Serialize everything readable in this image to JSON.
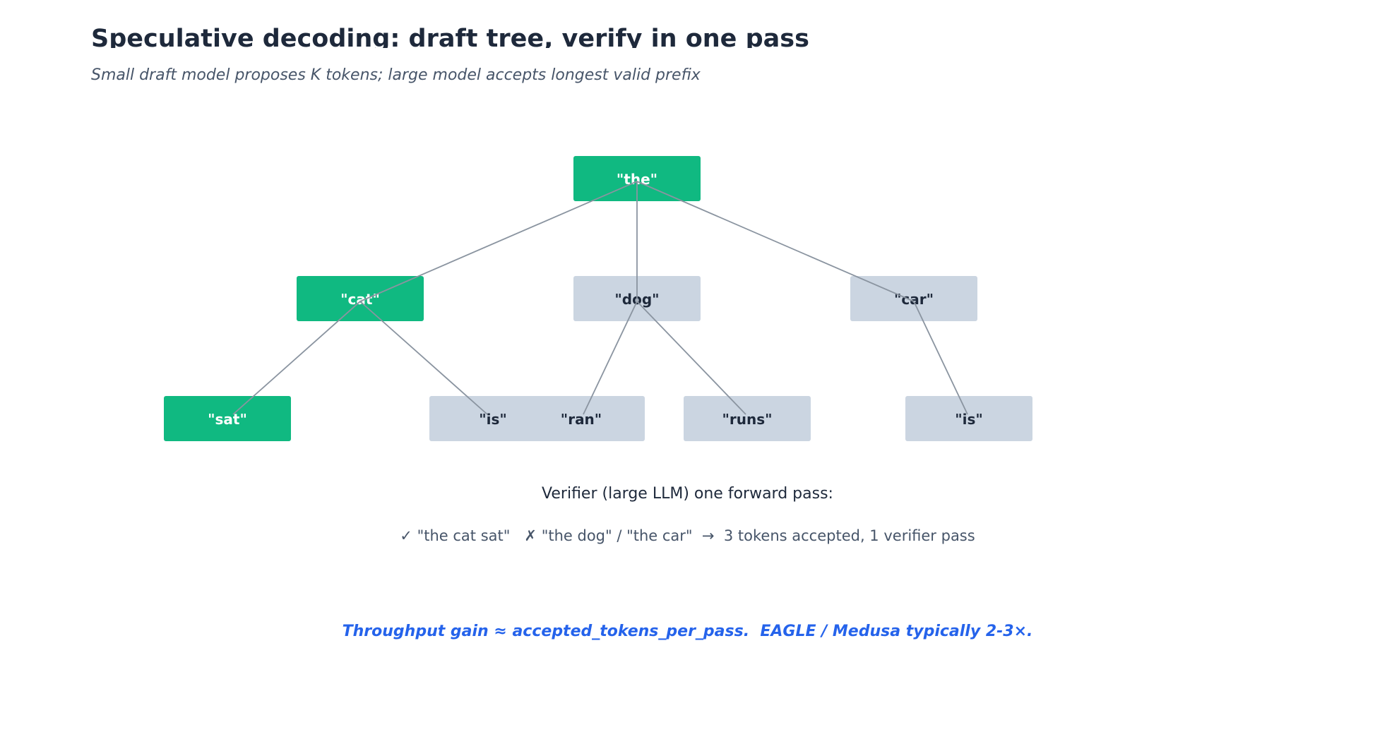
{
  "title": "Speculative decoding: draft tree, verify in one pass",
  "subtitle": "Small draft model proposes K tokens; large model accepts longest valid prefix",
  "colors": {
    "accepted": "#10b981",
    "rejected": "#cbd5e1",
    "edge": "#8a94a0",
    "title": "#1e293b",
    "subtitle": "#475569",
    "footnote": "#2563eb"
  },
  "tree": {
    "nodes": [
      {
        "id": "the",
        "label": "\"the\"",
        "status": "accepted"
      },
      {
        "id": "cat",
        "label": "\"cat\"",
        "status": "accepted"
      },
      {
        "id": "dog",
        "label": "\"dog\"",
        "status": "rejected"
      },
      {
        "id": "car",
        "label": "\"car\"",
        "status": "rejected"
      },
      {
        "id": "sat",
        "label": "\"sat\"",
        "status": "accepted"
      },
      {
        "id": "is1",
        "label": "\"is\"",
        "status": "rejected"
      },
      {
        "id": "ran",
        "label": "\"ran\"",
        "status": "rejected"
      },
      {
        "id": "runs",
        "label": "\"runs\"",
        "status": "rejected"
      },
      {
        "id": "is2",
        "label": "\"is\"",
        "status": "rejected"
      }
    ],
    "edges": [
      {
        "from": "the",
        "to": "cat"
      },
      {
        "from": "the",
        "to": "dog"
      },
      {
        "from": "the",
        "to": "car"
      },
      {
        "from": "cat",
        "to": "sat"
      },
      {
        "from": "cat",
        "to": "is1"
      },
      {
        "from": "dog",
        "to": "ran"
      },
      {
        "from": "dog",
        "to": "runs"
      },
      {
        "from": "car",
        "to": "is2"
      }
    ]
  },
  "verifier": {
    "heading": "Verifier (large LLM) one forward pass:",
    "result": "✓ \"the cat sat\"   ✗ \"the dog\" / \"the car\"  →  3 tokens accepted, 1 verifier pass"
  },
  "footnote": "Throughput gain ≈ accepted_tokens_per_pass.  EAGLE / Medusa typically 2-3×."
}
